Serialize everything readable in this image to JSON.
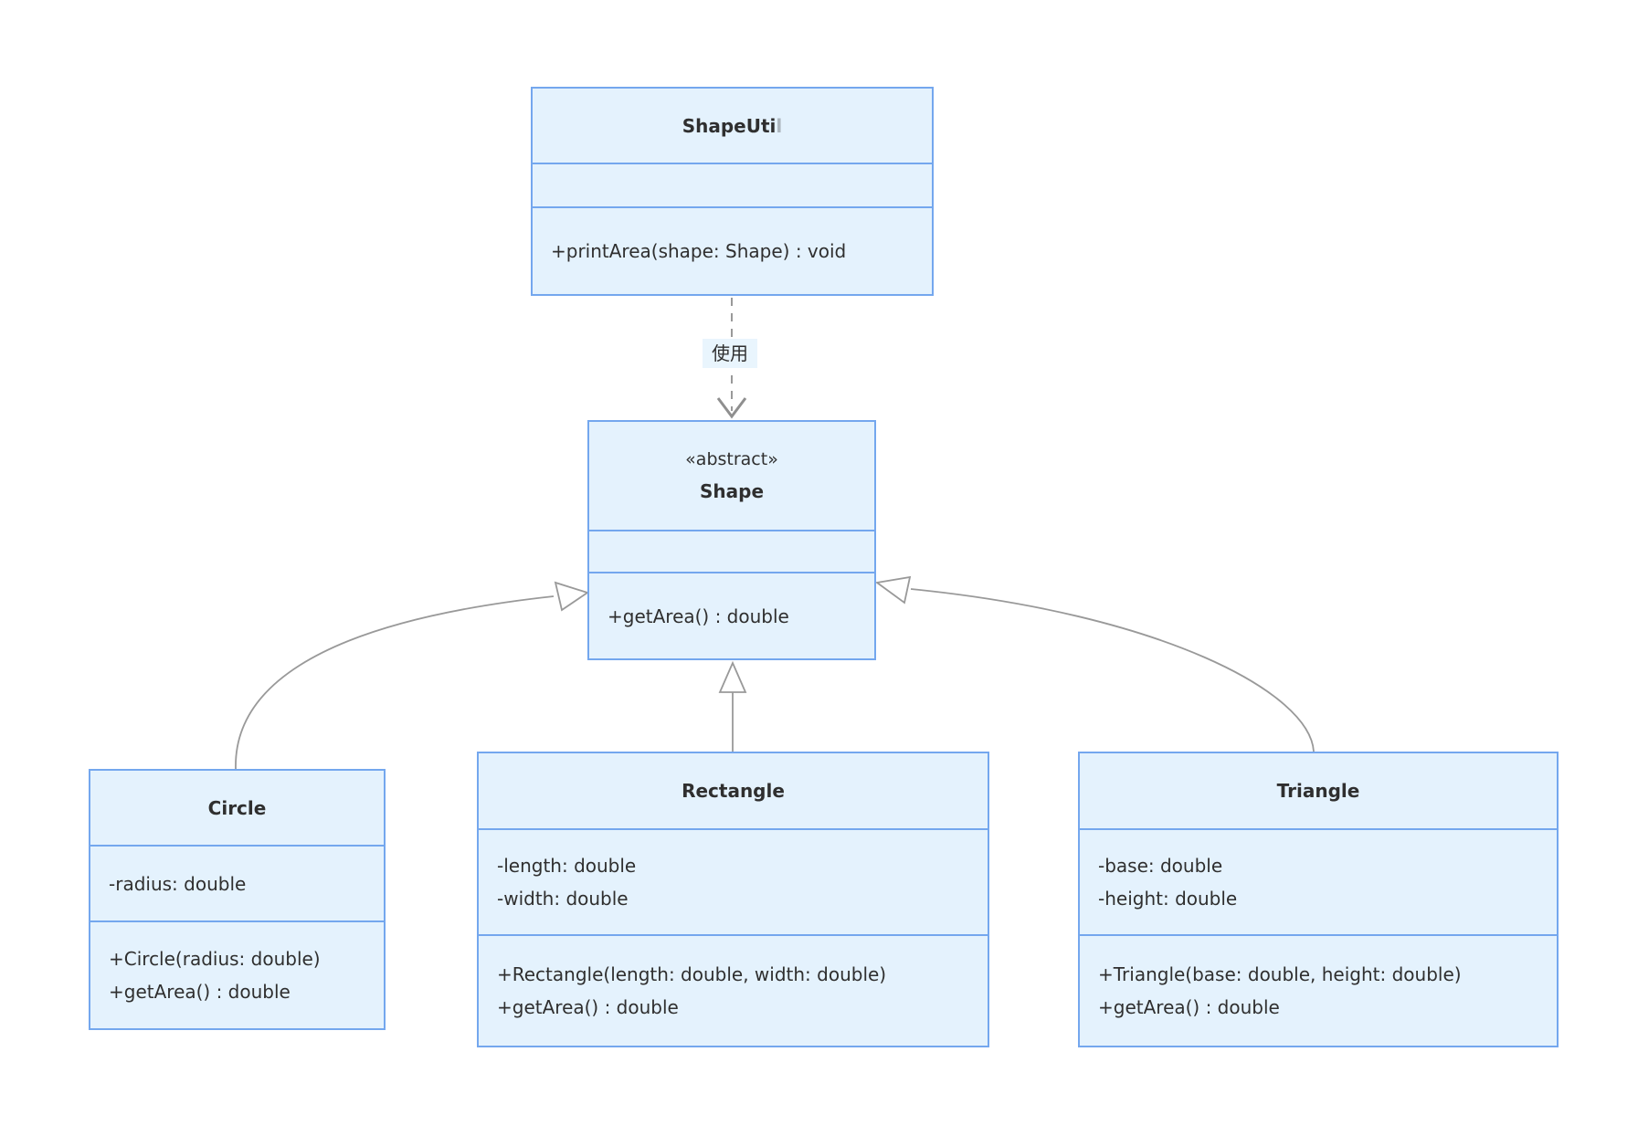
{
  "diagram": {
    "type": "uml-class-diagram",
    "background": "#ffffff"
  },
  "colors": {
    "node_fill": "#e4f2fd",
    "node_border": "#74a7ee",
    "edge_line": "#999999",
    "arrowhead_fill": "#ffffff",
    "text": "#2f2f2f",
    "edge_label_bg": "#e9f5fd"
  },
  "classes": {
    "shapeutil": {
      "title_visible": "ShapeUti",
      "title_clipped": "l",
      "attributes": [],
      "methods": [
        "+printArea(shape: Shape) : void"
      ]
    },
    "shape": {
      "stereotype": "«abstract»",
      "title": "Shape",
      "attributes": [],
      "methods": [
        "+getArea() : double"
      ]
    },
    "circle": {
      "title": "Circle",
      "attributes": [
        "-radius: double"
      ],
      "methods": [
        "+Circle(radius: double)",
        "+getArea() : double"
      ]
    },
    "rectangle": {
      "title": "Rectangle",
      "attributes": [
        "-length: double",
        "-width: double"
      ],
      "methods": [
        "+Rectangle(length: double, width: double)",
        "+getArea() : double"
      ]
    },
    "triangle": {
      "title": "Triangle",
      "attributes": [
        "-base: double",
        "-height: double"
      ],
      "methods": [
        "+Triangle(base: double, height: double)",
        "+getArea() : double"
      ]
    }
  },
  "edges": [
    {
      "from": "ShapeUtil",
      "to": "Shape",
      "type": "dependency",
      "label": "使用"
    },
    {
      "from": "Circle",
      "to": "Shape",
      "type": "inheritance",
      "label": ""
    },
    {
      "from": "Rectangle",
      "to": "Shape",
      "type": "inheritance",
      "label": ""
    },
    {
      "from": "Triangle",
      "to": "Shape",
      "type": "inheritance",
      "label": ""
    }
  ]
}
